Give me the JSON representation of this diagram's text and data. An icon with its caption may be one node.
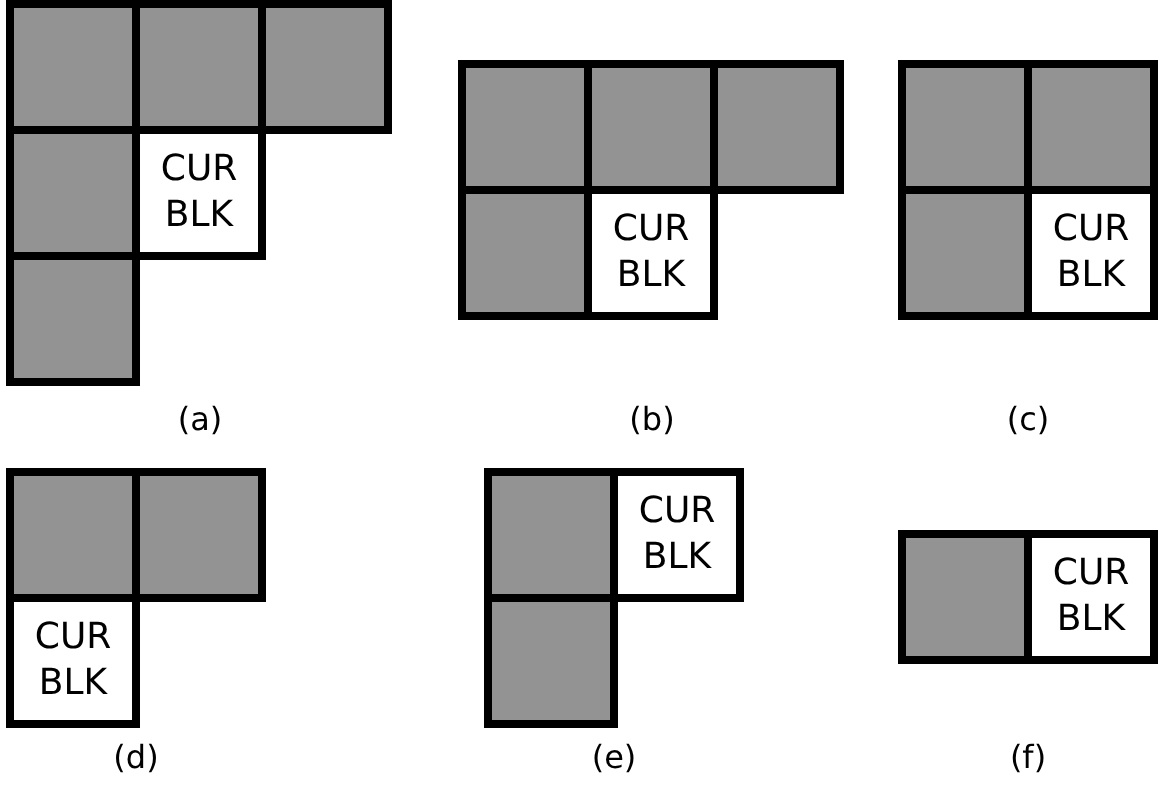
{
  "diagram": {
    "nodes": [
      {
        "text": [],
        "shape": "box"
      },
      {
        "text": [],
        "shape": "box"
      },
      {
        "text": [],
        "shape": "box"
      },
      {
        "text": [],
        "shape": "box"
      },
      {
        "text": [
          "CUR BLK"
        ]
      },
      {
        "text": [],
        "shape": "box"
      },
      {
        "text": [],
        "shape": "box"
      },
      {
        "text": [],
        "shape": "box"
      },
      {
        "text": [],
        "shape": "box"
      },
      {
        "text": [],
        "shape": "box"
      },
      {
        "text": [
          "CUR BLK"
        ]
      },
      {
        "text": [],
        "shape": "box"
      },
      {
        "text": [],
        "shape": "box"
      },
      {
        "text": [],
        "shape": "box"
      },
      {
        "text": [
          "CUR BLK"
        ]
      },
      {
        "text": [],
        "shape": "box"
      },
      {
        "text": [],
        "shape": "box"
      },
      {
        "text": [
          "CUR BLK"
        ]
      },
      {
        "text": [],
        "shape": "box"
      },
      {
        "text": [
          "CUR BLK"
        ]
      },
      {
        "text": [],
        "shape": "box"
      },
      {
        "text": [],
        "shape": "box"
      },
      {
        "text": [
          "CUR BLK"
        ]
      }
    ],
    "labels": [
      "(a)",
      "(b)",
      "(c)",
      "(d)",
      "(e)",
      "(f)"
    ]
  }
}
